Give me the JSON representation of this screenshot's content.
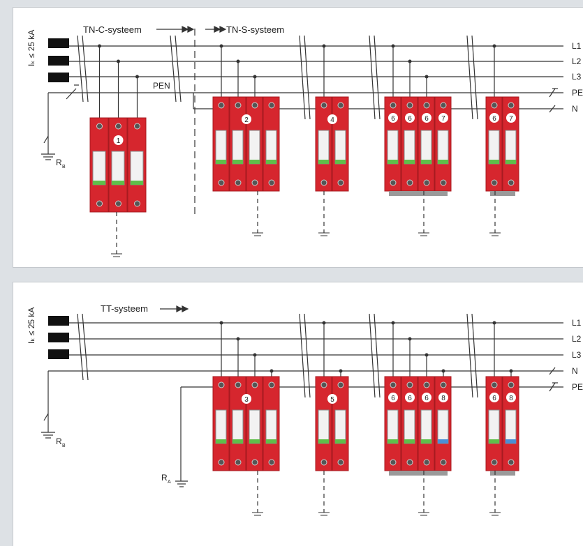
{
  "colors": {
    "line": "#333333",
    "module_red": "#d6262e",
    "module_dark": "#a71b20",
    "window_green": "#5fbf4a",
    "window_blue": "#4a8fd6",
    "busbar": "#9a9a9a",
    "panel_bg": "#ffffff",
    "page_bg": "#dde1e5"
  },
  "top": {
    "section1_label": "TN-C-systeem",
    "section2_label": "TN-S-systeem",
    "pen_label": "PEN",
    "fault_current": "Iₖ ≤ 25 kA",
    "rb_label": "R",
    "rb_sub": "B",
    "lines": [
      "L1",
      "L2",
      "L3",
      "PE",
      "N"
    ],
    "devices": [
      {
        "poles": [
          "1"
        ]
      },
      {
        "poles": [
          "2"
        ]
      },
      {
        "poles": [
          "4"
        ]
      },
      {
        "poles": [
          "6",
          "6",
          "6",
          "7"
        ]
      },
      {
        "poles": [
          "6",
          "7"
        ]
      }
    ]
  },
  "bottom": {
    "section1_label": "TT-systeem",
    "fault_current": "Iₖ ≤ 25 kA",
    "rb_label": "R",
    "rb_sub": "B",
    "ra_label": "R",
    "ra_sub": "A",
    "lines": [
      "L1",
      "L2",
      "L3",
      "N",
      "PE"
    ],
    "devices": [
      {
        "poles": [
          "3"
        ]
      },
      {
        "poles": [
          "5"
        ]
      },
      {
        "poles": [
          "6",
          "6",
          "6",
          "8"
        ]
      },
      {
        "poles": [
          "6",
          "8"
        ]
      }
    ]
  }
}
